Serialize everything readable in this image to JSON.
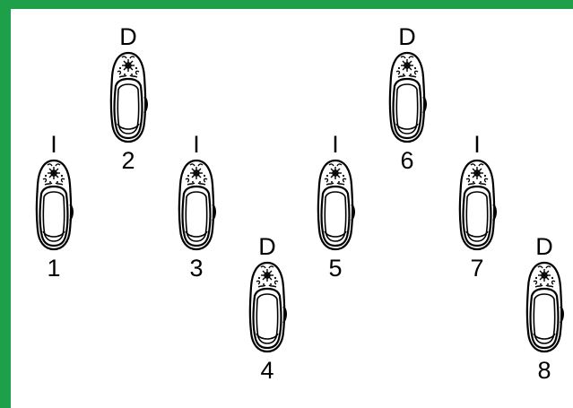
{
  "steps": [
    {
      "number": "1",
      "side": "I",
      "icon": "shoe-icon"
    },
    {
      "number": "2",
      "side": "D",
      "icon": "shoe-icon"
    },
    {
      "number": "3",
      "side": "I",
      "icon": "shoe-icon"
    },
    {
      "number": "4",
      "side": "D",
      "icon": "shoe-icon"
    },
    {
      "number": "5",
      "side": "I",
      "icon": "shoe-icon"
    },
    {
      "number": "6",
      "side": "D",
      "icon": "shoe-icon"
    },
    {
      "number": "7",
      "side": "I",
      "icon": "shoe-icon"
    },
    {
      "number": "8",
      "side": "D",
      "icon": "shoe-icon"
    }
  ],
  "colors": {
    "border": "#1ea04a",
    "background": "#ffffff",
    "ink": "#000000"
  }
}
